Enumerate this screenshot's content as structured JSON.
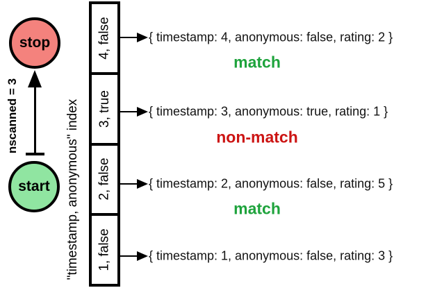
{
  "flow": {
    "stop_label": "stop",
    "start_label": "start",
    "arrow_label": "nscanned = 3"
  },
  "index": {
    "caption": "\"timestamp, anonymous\" index",
    "entries": [
      {
        "key": "4, false"
      },
      {
        "key": "3, true"
      },
      {
        "key": "2, false"
      },
      {
        "key": "1, false"
      }
    ]
  },
  "documents": [
    {
      "text": "{ timestamp: 4, anonymous: false, rating: 2 }",
      "result": "match"
    },
    {
      "text": "{ timestamp: 3, anonymous: true, rating: 1 }",
      "result": "non-match"
    },
    {
      "text": "{ timestamp: 2, anonymous: false, rating: 5 }",
      "result": "match"
    },
    {
      "text": "{ timestamp: 1, anonymous: false, rating: 3 }",
      "result": ""
    }
  ],
  "colors": {
    "match_green": "#1ea33c",
    "non_match_red": "#cc1413",
    "stop_fill": "#f4827d",
    "start_fill": "#90e5a1",
    "stroke": "#000000"
  }
}
